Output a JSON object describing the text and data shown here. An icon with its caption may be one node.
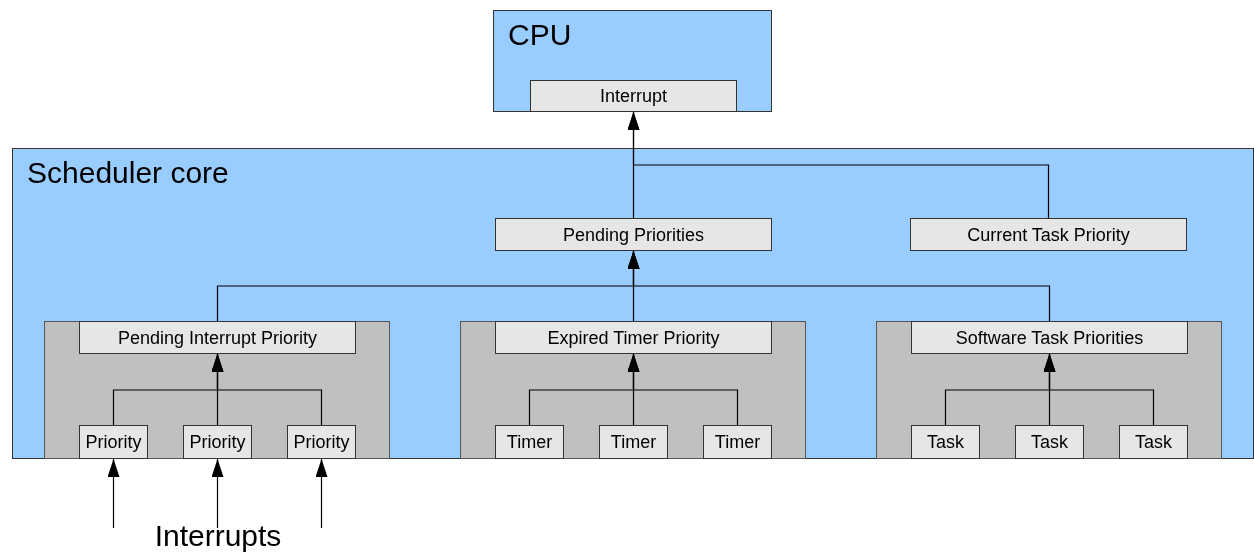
{
  "diagram": {
    "nodes": [
      {
        "text": [
          "CPU"
        ]
      },
      {
        "text": [
          "Interrupt"
        ],
        "in": 0
      },
      {
        "text": [
          "Scheduler core"
        ]
      },
      {
        "text": [
          "Pending Priorities"
        ],
        "in": 2
      },
      {
        "text": [
          "Current Task Priority"
        ],
        "in": 2
      },
      {
        "text": [],
        "shape": "box",
        "in": 2
      },
      {
        "text": [
          "Pending Interrupt Priority"
        ],
        "in": 5
      },
      {
        "text": [
          "Priority"
        ],
        "in": 5
      },
      {
        "text": [
          "Priority"
        ],
        "in": 5
      },
      {
        "text": [
          "Priority"
        ],
        "in": 5
      },
      {
        "text": [],
        "shape": "box",
        "in": 2
      },
      {
        "text": [
          "Expired Timer Priority"
        ],
        "in": 10
      },
      {
        "text": [
          "Timer"
        ],
        "in": 10
      },
      {
        "text": [
          "Timer"
        ],
        "in": 10
      },
      {
        "text": [
          "Timer"
        ],
        "in": 10
      },
      {
        "text": [],
        "shape": "box",
        "in": 2
      },
      {
        "text": [
          "Software Task Priorities"
        ],
        "in": 15
      },
      {
        "text": [
          "Task"
        ],
        "in": 15
      },
      {
        "text": [
          "Task"
        ],
        "in": 15
      },
      {
        "text": [
          "Task"
        ],
        "in": 15
      },
      {
        "text": [
          "Interrupts"
        ]
      }
    ],
    "edges": [
      {
        "from": 7,
        "to": 6,
        "arrow": "to"
      },
      {
        "from": 8,
        "to": 6,
        "arrow": "to"
      },
      {
        "from": 9,
        "to": 6,
        "arrow": "to"
      },
      {
        "from": 12,
        "to": 11,
        "arrow": "to"
      },
      {
        "from": 13,
        "to": 11,
        "arrow": "to"
      },
      {
        "from": 14,
        "to": 11,
        "arrow": "to"
      },
      {
        "from": 17,
        "to": 16,
        "arrow": "to"
      },
      {
        "from": 18,
        "to": 16,
        "arrow": "to"
      },
      {
        "from": 19,
        "to": 16,
        "arrow": "to"
      },
      {
        "from": 6,
        "to": 3,
        "arrow": "to"
      },
      {
        "from": 11,
        "to": 3,
        "arrow": "to"
      },
      {
        "from": 16,
        "to": 3,
        "arrow": "to"
      },
      {
        "from": 3,
        "to": 1,
        "arrow": "to"
      },
      {
        "from": 4,
        "to": 1,
        "arrow": "to"
      },
      {
        "from": 20,
        "to": 7,
        "arrow": "to"
      },
      {
        "from": 20,
        "to": 8,
        "arrow": "to"
      },
      {
        "from": 20,
        "to": 9,
        "arrow": "to"
      }
    ]
  }
}
